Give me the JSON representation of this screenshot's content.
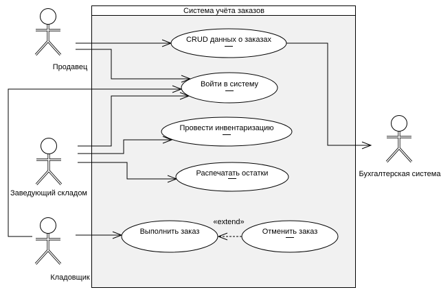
{
  "diagram": {
    "title": "Система учёта заказов",
    "extend_label": "«extend»",
    "use_cases": [
      {
        "id": "crud-orders",
        "label": "CRUD данных о заказах"
      },
      {
        "id": "login",
        "label": "Войти в систему"
      },
      {
        "id": "inventory",
        "label": "Провести инвентаризацию"
      },
      {
        "id": "print-stock",
        "label": "Распечатать остатки"
      },
      {
        "id": "fulfill-order",
        "label": "Выполнить заказ"
      },
      {
        "id": "cancel-order",
        "label": "Отменить заказ"
      }
    ],
    "actors": [
      {
        "id": "seller",
        "label": "Продавец"
      },
      {
        "id": "warehouse-manager",
        "label": "Заведующий складом"
      },
      {
        "id": "storekeeper",
        "label": "Кладовщик"
      },
      {
        "id": "accounting-system",
        "label": "Бухгалтерская система"
      }
    ],
    "colors": {
      "line": "#000000",
      "system_fill": "#f1f1f1",
      "title_fill": "#ffffff",
      "node_fill": "#ffffff",
      "background": "#ffffff"
    }
  }
}
